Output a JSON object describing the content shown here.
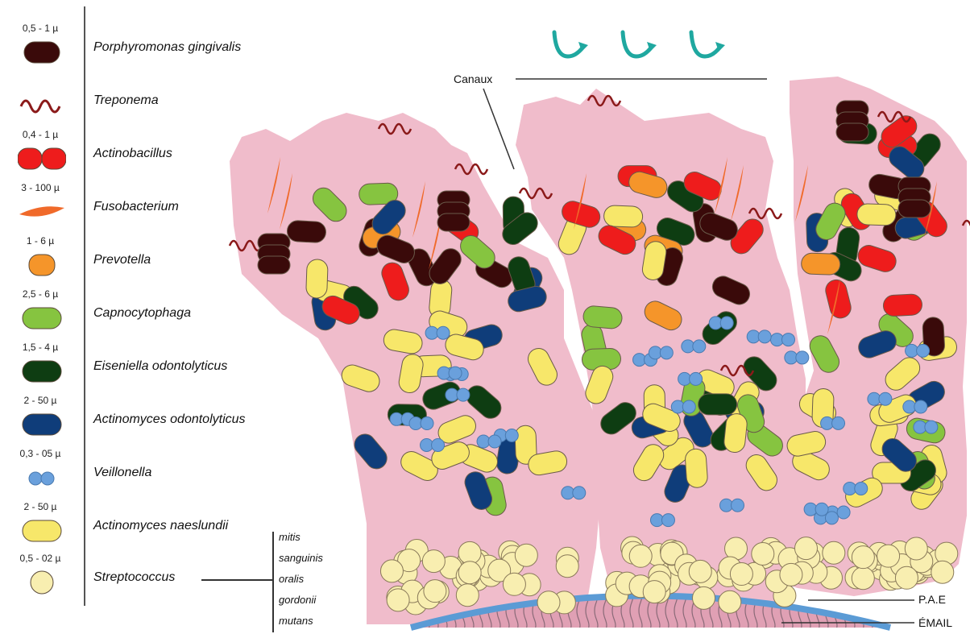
{
  "legend": {
    "items": [
      {
        "size": "0,5 - 1 µ",
        "name": "Porphyromonas gingivalis",
        "shape": "bean",
        "color": "#3a0a0a"
      },
      {
        "size": "",
        "name": "Treponema",
        "shape": "spiral",
        "color": "#8b1a1a"
      },
      {
        "size": "0,4 - 1 µ",
        "name": "Actinobacillus",
        "shape": "diplo",
        "color": "#ee1c1c"
      },
      {
        "size": "3 - 100 µ",
        "name": "Fusobacterium",
        "shape": "spindle",
        "color": "#f06a2a"
      },
      {
        "size": "1 - 6 µ",
        "name": "Prevotella",
        "shape": "small-rod",
        "color": "#f5952a"
      },
      {
        "size": "2,5 - 6 µ",
        "name": "Capnocytophaga",
        "shape": "rod",
        "color": "#86c440"
      },
      {
        "size": "1,5 - 4 µ",
        "name": "Eiseniella odontolyticus",
        "shape": "rod",
        "color": "#0e3d12"
      },
      {
        "size": "2 - 50 µ",
        "name": "Actinomyces odontolyticus",
        "shape": "rod",
        "color": "#0f3d7a"
      },
      {
        "size": "0,3 - 05 µ",
        "name": "Veillonella",
        "shape": "cocci",
        "color": "#6aa0dc"
      },
      {
        "size": "2 - 50 µ",
        "name": "Actinomyces naeslundii",
        "shape": "rod",
        "color": "#f7e76a"
      },
      {
        "size": "0,5 - 02 µ",
        "name": "Streptococcus",
        "shape": "coccus",
        "color": "#f8eeb0"
      }
    ],
    "streptococcus_species": [
      "mitis",
      "sanguinis",
      "oralis",
      "gordonii",
      "mutans"
    ]
  },
  "labels": {
    "channels": "Canaux",
    "pae": "P.A.E",
    "enamel": "ÉMAIL"
  },
  "colors": {
    "matrix": "#f0bccb",
    "pellicle": "#5b9bd5",
    "enamel": "#e0a0b4",
    "flow_arrow": "#1fa8a0"
  }
}
